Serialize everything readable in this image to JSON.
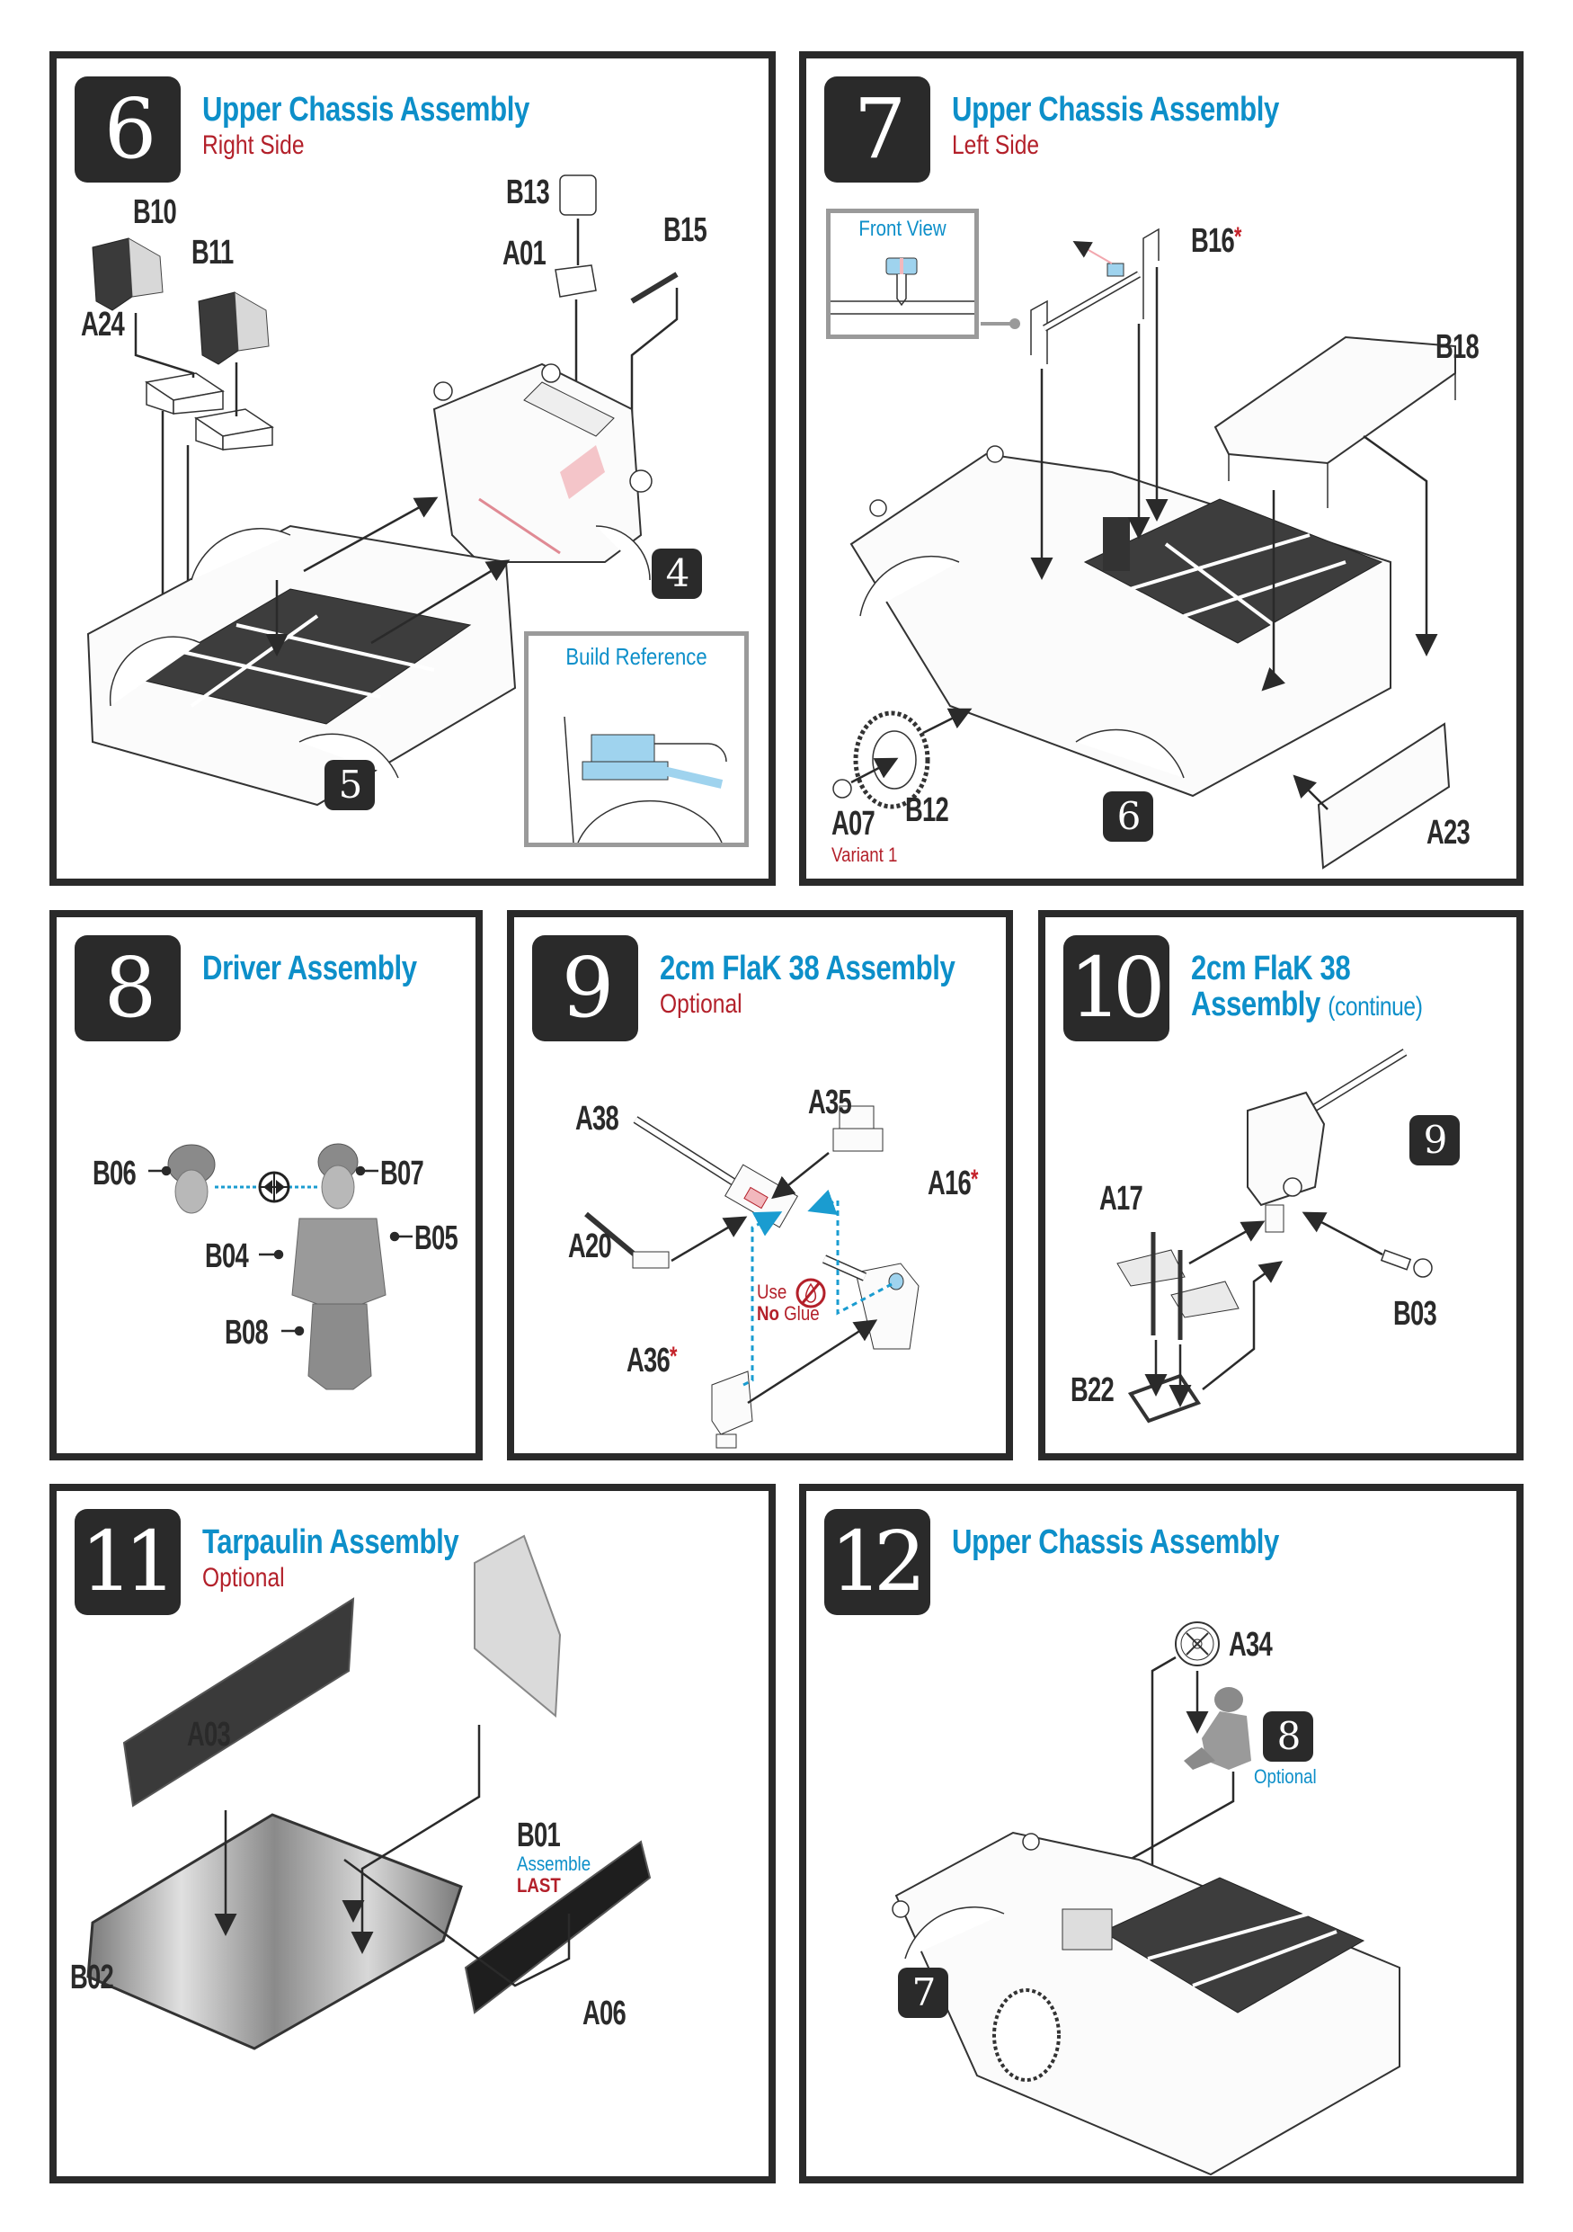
{
  "steps": [
    {
      "number": "6",
      "title": "Upper Chassis Assembly",
      "subtitle": "Right Side",
      "parts": [
        "B10",
        "B11",
        "A24",
        "B13",
        "A01",
        "B15"
      ],
      "ref_steps": [
        "4",
        "5"
      ],
      "inset": {
        "title": "Build Reference"
      }
    },
    {
      "number": "7",
      "title": "Upper Chassis Assembly",
      "subtitle": "Left Side",
      "parts": [
        "B16",
        "B18",
        "A07",
        "B12",
        "A23"
      ],
      "starred": [
        "B16"
      ],
      "part_notes": {
        "A07": "Variant 1"
      },
      "ref_steps": [
        "6"
      ],
      "inset": {
        "title": "Front View"
      }
    },
    {
      "number": "8",
      "title": "Driver Assembly",
      "subtitle": "",
      "parts": [
        "B06",
        "B07",
        "B05",
        "B04",
        "B08"
      ],
      "alternate_symbol": "alternative-parts-icon"
    },
    {
      "number": "9",
      "title": "2cm FlaK 38 Assembly",
      "subtitle": "Optional",
      "parts": [
        "A38",
        "A35",
        "A16",
        "A20",
        "A36"
      ],
      "starred": [
        "A16",
        "A36"
      ],
      "warning": {
        "line1": "Use",
        "line2_bold": "No",
        "line2": "Glue",
        "icon": "no-glue-icon"
      }
    },
    {
      "number": "10",
      "title_line1": "2cm FlaK 38",
      "title_line2": "Assembly",
      "title_suffix": "(continue)",
      "parts": [
        "A17",
        "B03",
        "B22"
      ],
      "ref_steps": [
        "9"
      ]
    },
    {
      "number": "11",
      "title": "Tarpaulin Assembly",
      "subtitle": "Optional",
      "parts": [
        "A03",
        "B01",
        "B02",
        "A06"
      ],
      "part_notes": {
        "B01": {
          "line1": "Assemble",
          "line2": "LAST"
        }
      }
    },
    {
      "number": "12",
      "title": "Upper Chassis Assembly",
      "subtitle": "",
      "parts": [
        "A34"
      ],
      "ref_steps": [
        "8",
        "7"
      ],
      "ref_notes": {
        "8": "Optional"
      }
    }
  ],
  "colors": {
    "title_blue": "#0d8fc9",
    "subtitle_red": "#b3202a",
    "badge_dark": "#2a2a2a",
    "highlight_blue": "#9fd3ee",
    "highlight_pink": "#f2b8bd",
    "guide_dashed": "#1a9cd0"
  }
}
